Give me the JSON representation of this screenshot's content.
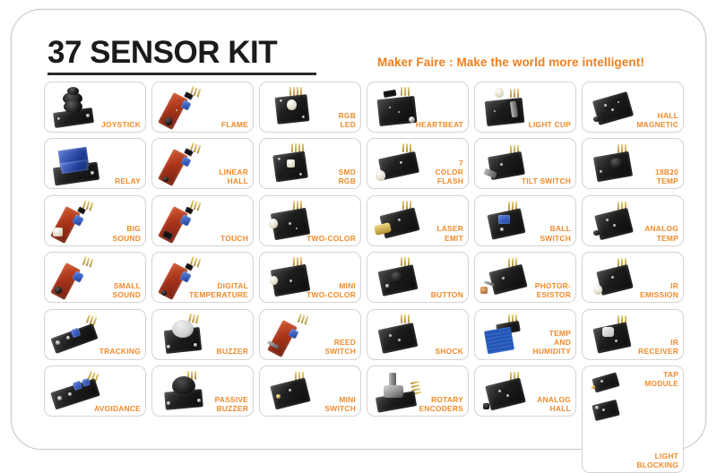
{
  "header": {
    "title": "37 SENSOR KIT",
    "tagline": "Maker Faire :  Make the world more intelligent!"
  },
  "colors": {
    "label_orange": "#f08a2a",
    "tagline_orange": "#ef7f1f",
    "title_black": "#1b1b1b",
    "cell_border": "#d3d3d3",
    "card_border": "#c9c9c9",
    "background": "#ffffff"
  },
  "grid": {
    "columns": 6,
    "rows": 6,
    "total_modules": 37
  },
  "modules": [
    {
      "label": "JOYSTICK",
      "row": 1,
      "col": 1,
      "art": "joystick"
    },
    {
      "label": "FLAME",
      "row": 1,
      "col": 2,
      "art": "flame"
    },
    {
      "label": "RGB\nLED",
      "row": 1,
      "col": 3,
      "art": "rgb-led"
    },
    {
      "label": "HEARTBEAT",
      "row": 1,
      "col": 4,
      "art": "heartbeat"
    },
    {
      "label": "LIGHT CUP",
      "row": 1,
      "col": 5,
      "art": "light-cup"
    },
    {
      "label": "HALL\nMAGNETIC",
      "row": 1,
      "col": 6,
      "art": "hall-magnetic"
    },
    {
      "label": "RELAY",
      "row": 2,
      "col": 1,
      "art": "relay"
    },
    {
      "label": "LINEAR\nHALL",
      "row": 2,
      "col": 2,
      "art": "linear-hall"
    },
    {
      "label": "SMD\nRGB",
      "row": 2,
      "col": 3,
      "art": "smd-rgb"
    },
    {
      "label": "7\nCOLOR\nFLASH",
      "row": 2,
      "col": 4,
      "art": "color-flash"
    },
    {
      "label": "TILT SWITCH",
      "row": 2,
      "col": 5,
      "art": "tilt-switch"
    },
    {
      "label": "18B20\nTEMP",
      "row": 2,
      "col": 6,
      "art": "ds18b20"
    },
    {
      "label": "BIG\nSOUND",
      "row": 3,
      "col": 1,
      "art": "big-sound"
    },
    {
      "label": "TOUCH",
      "row": 3,
      "col": 2,
      "art": "touch"
    },
    {
      "label": "TWO-COLOR",
      "row": 3,
      "col": 3,
      "art": "two-color"
    },
    {
      "label": "LASER\nEMIT",
      "row": 3,
      "col": 4,
      "art": "laser-emit"
    },
    {
      "label": "BALL\nSWITCH",
      "row": 3,
      "col": 5,
      "art": "ball-switch"
    },
    {
      "label": "ANALOG\nTEMP",
      "row": 3,
      "col": 6,
      "art": "analog-temp"
    },
    {
      "label": "SMALL\nSOUND",
      "row": 4,
      "col": 1,
      "art": "small-sound"
    },
    {
      "label": "DIGITAL\nTEMPERATURE",
      "row": 4,
      "col": 2,
      "art": "digital-temperature"
    },
    {
      "label": "MINI\nTWO-COLOR",
      "row": 4,
      "col": 3,
      "art": "mini-two-color"
    },
    {
      "label": "BUTTON",
      "row": 4,
      "col": 4,
      "art": "button"
    },
    {
      "label": "PHOTOR-\nESISTOR",
      "row": 4,
      "col": 5,
      "art": "photoresistor"
    },
    {
      "label": "IR\nEMISSION",
      "row": 4,
      "col": 6,
      "art": "ir-emission"
    },
    {
      "label": "TRACKING",
      "row": 5,
      "col": 1,
      "art": "tracking"
    },
    {
      "label": "BUZZER",
      "row": 5,
      "col": 2,
      "art": "buzzer"
    },
    {
      "label": "REED\nSWITCH",
      "row": 5,
      "col": 3,
      "art": "reed-switch"
    },
    {
      "label": "SHOCK",
      "row": 5,
      "col": 4,
      "art": "shock"
    },
    {
      "label": "TEMP\nAND\nHUMIDITY",
      "row": 5,
      "col": 5,
      "art": "temp-humidity"
    },
    {
      "label": "IR\nRECEIVER",
      "row": 5,
      "col": 6,
      "art": "ir-receiver"
    },
    {
      "label": "AVOIDANCE",
      "row": 6,
      "col": 1,
      "art": "avoidance"
    },
    {
      "label": "PASSIVE\nBUZZER",
      "row": 6,
      "col": 2,
      "art": "passive-buzzer"
    },
    {
      "label": "MINI\nSWITCH",
      "row": 6,
      "col": 3,
      "art": "mini-switch"
    },
    {
      "label": "ROTARY\nENCODERS",
      "row": 6,
      "col": 4,
      "art": "rotary-encoder"
    },
    {
      "label": "ANALOG\nHALL",
      "row": 6,
      "col": 5,
      "art": "analog-hall"
    }
  ],
  "combined_cell": {
    "top_label": "TAP\nMODULE",
    "bottom_label": "LIGHT\nBLOCKING"
  }
}
